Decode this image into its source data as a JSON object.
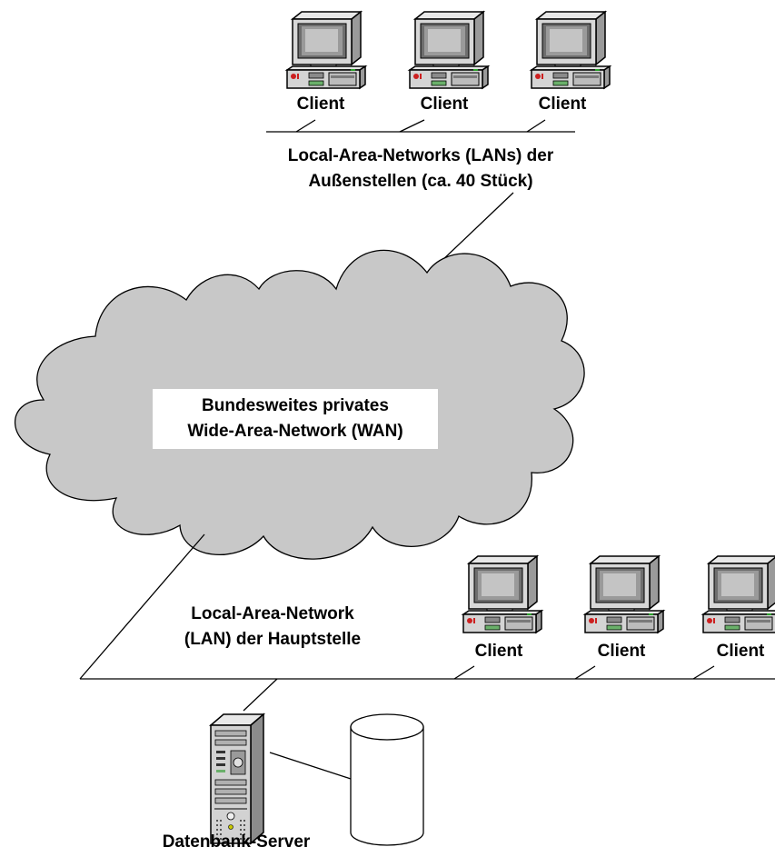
{
  "branch_clients": [
    {
      "label": "Client"
    },
    {
      "label": "Client"
    },
    {
      "label": "Client"
    }
  ],
  "branch_lan": {
    "line1": "Local-Area-Networks (LANs) der",
    "line2": "Außenstellen (ca. 40 Stück)"
  },
  "wan": {
    "line1": "Bundesweites privates",
    "line2": "Wide-Area-Network (WAN)"
  },
  "hq_lan": {
    "line1": "Local-Area-Network",
    "line2": "(LAN) der Hauptstelle"
  },
  "hq_clients": [
    {
      "label": "Client"
    },
    {
      "label": "Client"
    },
    {
      "label": "Client"
    }
  ],
  "server": {
    "label": "Datenbank-Server"
  },
  "colors": {
    "cloud_fill": "#c8c8c8",
    "device_body": "#d4d4d4",
    "line": "#000000"
  }
}
